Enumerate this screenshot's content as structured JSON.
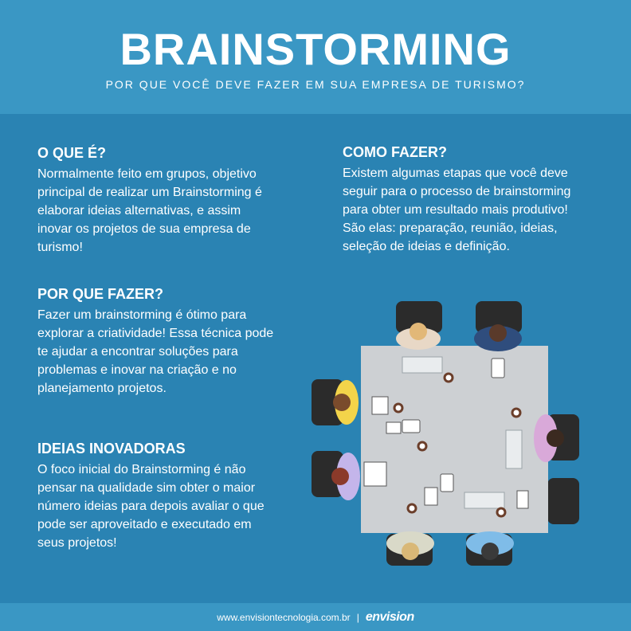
{
  "header": {
    "title": "BRAINSTORMING",
    "subtitle": "POR QUE VOCÊ DEVE FAZER EM SUA EMPRESA DE TURISMO?"
  },
  "sections": {
    "what": {
      "heading": "O QUE É?",
      "body": "Normalmente feito em grupos, objetivo\nprincipal de realizar um Brainstorming é\nelaborar ideias alternativas, e assim\ninovar os projetos de sua empresa de\nturismo!"
    },
    "how": {
      "heading": "COMO FAZER?",
      "body": "Existem algumas etapas que você deve\nseguir para o processo de brainstorming\npara obter um resultado mais produtivo!\nSão elas: preparação, reunião, ideias,\nseleção de ideias e definição."
    },
    "why": {
      "heading": "POR QUE FAZER?",
      "body": "Fazer um brainstorming é ótimo para\nexplorar a criatividade! Essa técnica pode\nte ajudar a encontrar soluções para\nproblemas e inovar na criação e no\nplanejamento projetos."
    },
    "ideas": {
      "heading": "IDEIAS INOVADORAS",
      "body": "O foco inicial do Brainstorming é não\npensar na qualidade sim obter o maior\nnúmero ideias para depois avaliar o que\npode ser aproveitado e executado em\nseus projetos!"
    }
  },
  "footer": {
    "url": "www.envisiontecnologia.com.br",
    "separator": "|",
    "brand": "envision"
  },
  "colors": {
    "background": "#2a83b3",
    "header_band": "#3a97c4",
    "table": "#cdd0d3",
    "chair": "#2b2b2b"
  },
  "illustration": {
    "name": "meeting-table-top-view"
  }
}
